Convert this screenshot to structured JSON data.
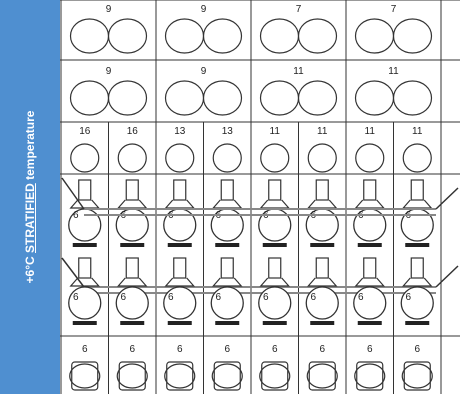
{
  "sidebar": {
    "label_prefix": "+6°C ",
    "label_emphasis": "STRATIFIED",
    "label_suffix": " temperature"
  },
  "rows": {
    "pairs_top": [
      "9",
      "9",
      "7",
      "7"
    ],
    "pairs_mid": [
      "9",
      "9",
      "11",
      "11"
    ],
    "singles": [
      "16",
      "16",
      "13",
      "13",
      "11",
      "11",
      "11",
      "11"
    ],
    "flasks_a": [
      "6",
      "6",
      "6",
      "6",
      "6",
      "6",
      "6",
      "6"
    ],
    "flasks_b": [
      "6",
      "6",
      "6",
      "6",
      "6",
      "6",
      "6",
      "6"
    ],
    "jars": [
      "6",
      "6",
      "6",
      "6",
      "6",
      "6",
      "6",
      "6"
    ]
  },
  "colors": {
    "sidebar": "#4f8fd0",
    "lines": "#333333",
    "connector": "#888888"
  }
}
